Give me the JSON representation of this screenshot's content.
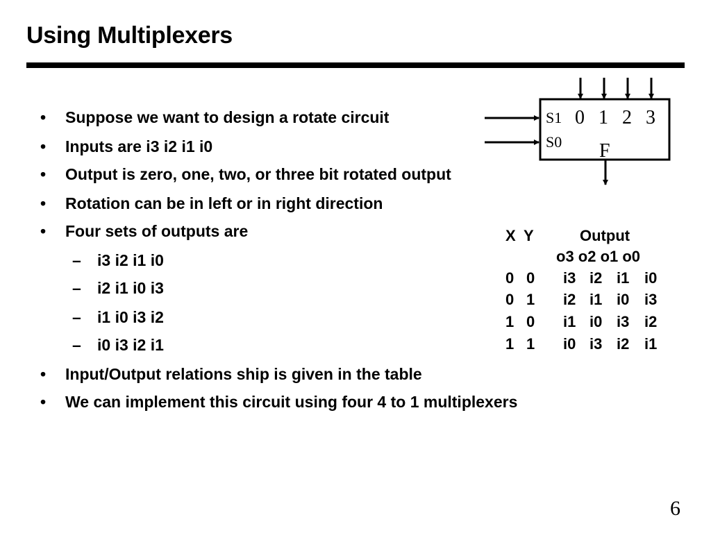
{
  "slide": {
    "title": "Using Multiplexers",
    "page_number": "6"
  },
  "bullets": [
    {
      "level": 1,
      "marker": "•",
      "text": "Suppose we want to design a rotate circuit"
    },
    {
      "level": 1,
      "marker": "•",
      "text": "Inputs are i3 i2 i1 i0"
    },
    {
      "level": 1,
      "marker": "•",
      "text": "Output is zero, one, two, or three bit rotated output"
    },
    {
      "level": 1,
      "marker": "•",
      "text": "Rotation can be in left or in right direction"
    },
    {
      "level": 1,
      "marker": "•",
      "text": "Four sets of outputs are"
    },
    {
      "level": 2,
      "marker": "–",
      "text": "i3 i2 i1 i0"
    },
    {
      "level": 2,
      "marker": "–",
      "text": "i2 i1 i0 i3"
    },
    {
      "level": 2,
      "marker": "–",
      "text": "i1 i0 i3 i2"
    },
    {
      "level": 2,
      "marker": "–",
      "text": "i0 i3 i2 i1"
    },
    {
      "level": 1,
      "marker": "•",
      "text": "Input/Output relations ship is given in the table"
    },
    {
      "level": 1,
      "marker": "•",
      "text": "We can implement this circuit using four 4 to 1 multiplexers"
    }
  ],
  "mux_diagram": {
    "select_labels": [
      "S1",
      "S0"
    ],
    "data_input_labels": [
      "0",
      "1",
      "2",
      "3"
    ],
    "output_label": "F"
  },
  "truth_table": {
    "header": {
      "x": "X",
      "y": "Y",
      "output": "Output"
    },
    "subheader": "o3 o2 o1 o0",
    "rows": [
      {
        "x": "0",
        "y": "0",
        "out": [
          "i3",
          "i2",
          "i1",
          "i0"
        ]
      },
      {
        "x": "0",
        "y": "1",
        "out": [
          "i2",
          "i1",
          "i0",
          "i3"
        ]
      },
      {
        "x": "1",
        "y": "0",
        "out": [
          "i1",
          "i0",
          "i3",
          "i2"
        ]
      },
      {
        "x": "1",
        "y": "1",
        "out": [
          "i0",
          "i3",
          "i2",
          "i1"
        ]
      }
    ]
  }
}
